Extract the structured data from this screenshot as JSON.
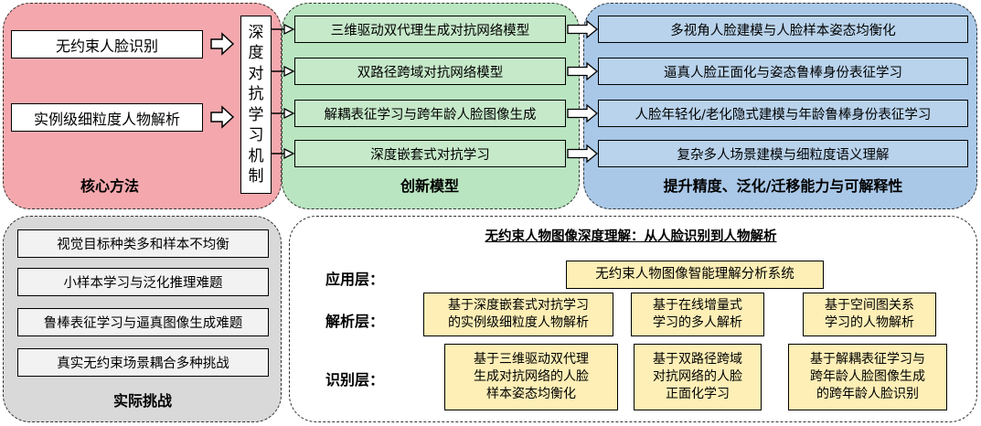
{
  "core_panel": {
    "title": "核心方法",
    "inputs": [
      "无约束人脸识别",
      "实例级细粒度人物解析"
    ],
    "mechanism_chars": [
      "深",
      "度",
      "对",
      "抗",
      "学",
      "习",
      "机",
      "制"
    ]
  },
  "models_panel": {
    "title": "创新模型",
    "items": [
      "三维驱动双代理生成对抗网络模型",
      "双路径跨域对抗网络模型",
      "解耦表征学习与跨年龄人脸图像生成",
      "深度嵌套式对抗学习"
    ]
  },
  "results_panel": {
    "title": "提升精度、泛化/迁移能力与可解释性",
    "items": [
      "多视角人脸建模与人脸样本姿态均衡化",
      "逼真人脸正面化与姿态鲁棒身份表征学习",
      "人脸年轻化/老化隐式建模与年龄鲁棒身份表征学习",
      "复杂多人场景建模与细粒度语义理解"
    ]
  },
  "challenges_panel": {
    "title": "实际挑战",
    "items": [
      "视觉目标种类多和样本不均衡",
      "小样本学习与泛化推理难题",
      "鲁棒表征学习与逼真图像生成难题",
      "真实无约束场景耦合多种挑战"
    ]
  },
  "framework_panel": {
    "heading": "无约束人物图像深度理解：从人脸识别到人物解析",
    "application_label": "应用层：",
    "application_box": "无约束人物图像智能理解分析系统",
    "parsing_label": "解析层：",
    "parsing_boxes": [
      [
        "基于深度嵌套式对抗学习",
        "的实例级细粒度人物解析"
      ],
      [
        "基于在线增量式",
        "学习的多人解析"
      ],
      [
        "基于空间图关系",
        "学习的人物解析"
      ]
    ],
    "recognition_label": "识别层：",
    "recognition_boxes": [
      [
        "基于三维驱动双代理",
        "生成对抗网络的人脸",
        "样本姿态均衡化"
      ],
      [
        "基于双路径跨域",
        "对抗网络的人脸",
        "正面化学习"
      ],
      [
        "基于解耦表征学习与",
        "跨年龄人脸图像生成",
        "的跨年龄人脸识别"
      ]
    ]
  },
  "colors": {
    "core": "#f4a8ad",
    "models": "#b9e5c0",
    "results": "#a9c8e8",
    "challenges": "#d9d9d9",
    "yellow_box": "#fdefb6"
  }
}
